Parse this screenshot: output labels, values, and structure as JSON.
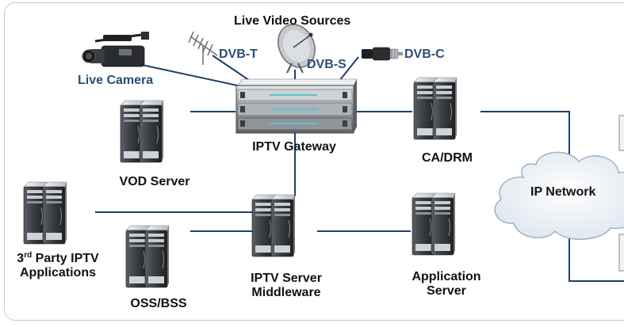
{
  "diagram": {
    "title": "Live Video Sources",
    "sources": {
      "camera": "Live Camera",
      "dvb_t": "DVB-T",
      "dvb_s": "DVB-S",
      "dvb_c": "DVB-C"
    },
    "nodes": {
      "gateway": "IPTV Gateway",
      "vod": "VOD Server",
      "ca_drm": "CA/DRM",
      "ip_network": "IP Network",
      "third_party_num": "3",
      "third_party_sup": "rd",
      "third_party_rest": " Party IPTV",
      "third_party_line2": "Applications",
      "oss_bss": "OSS/BSS",
      "middleware_line1": "IPTV Server",
      "middleware_line2": "Middleware",
      "app_server_line1": "Application",
      "app_server_line2": "Server"
    },
    "colors": {
      "connector": "#1f3f66",
      "source_label": "#2b4d78",
      "cloud": "#eef3f8",
      "server_dark": "#2e3033",
      "server_light": "#d7dade"
    }
  }
}
